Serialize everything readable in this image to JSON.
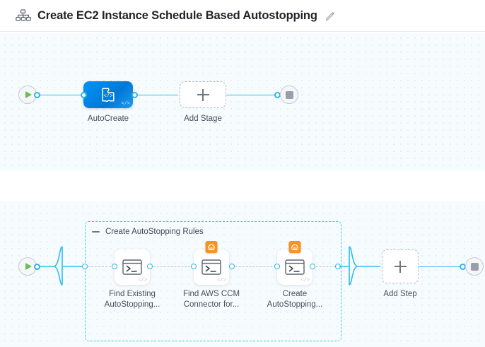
{
  "header": {
    "icon": "pipeline-icon",
    "title": "Create EC2 Instance Schedule Based Autostopping",
    "edit_icon": "pencil-edit-icon"
  },
  "colors": {
    "accent": "#33bbee",
    "node_blue": "#0095f7",
    "group_border": "#3ec6f0",
    "aws_orange": "#f59324",
    "canvas_bg": "#f6fbfe",
    "grid_dot": "#dfe9f5",
    "start_green": "#6bbd5b",
    "stop_gray": "#9aa0ab"
  },
  "stage_canvas": {
    "name": "pipeline-stages-canvas",
    "start_node": {
      "icon": "play-icon"
    },
    "end_node": {
      "icon": "stop-icon"
    },
    "stages": [
      {
        "label": "AutoCreate",
        "icon": "custom-stage-code-icon",
        "badge": "</>"
      }
    ],
    "add_stage": {
      "label": "Add Stage",
      "icon": "plus-icon"
    }
  },
  "step_canvas": {
    "name": "pipeline-steps-canvas",
    "start_node": {
      "icon": "play-icon"
    },
    "end_node": {
      "icon": "stop-icon"
    },
    "step_group": {
      "title": "Create AutoStopping Rules",
      "collapse_icon": "minus-collapse-icon"
    },
    "steps": [
      {
        "label_line1": "Find Existing",
        "label_line2": "AutoStopping...",
        "icon": "shell-script-terminal-icon",
        "badge": "</>",
        "connector_badge": null
      },
      {
        "label_line1": "Find AWS CCM",
        "label_line2": "Connector for...",
        "icon": "shell-script-terminal-icon",
        "badge": "</>",
        "connector_badge": "aws-connector-icon"
      },
      {
        "label_line1": "Create",
        "label_line2": "AutoStopping...",
        "icon": "shell-script-terminal-icon",
        "badge": "</>",
        "connector_badge": "aws-connector-icon"
      }
    ],
    "add_step": {
      "label": "Add Step",
      "icon": "plus-icon"
    }
  }
}
